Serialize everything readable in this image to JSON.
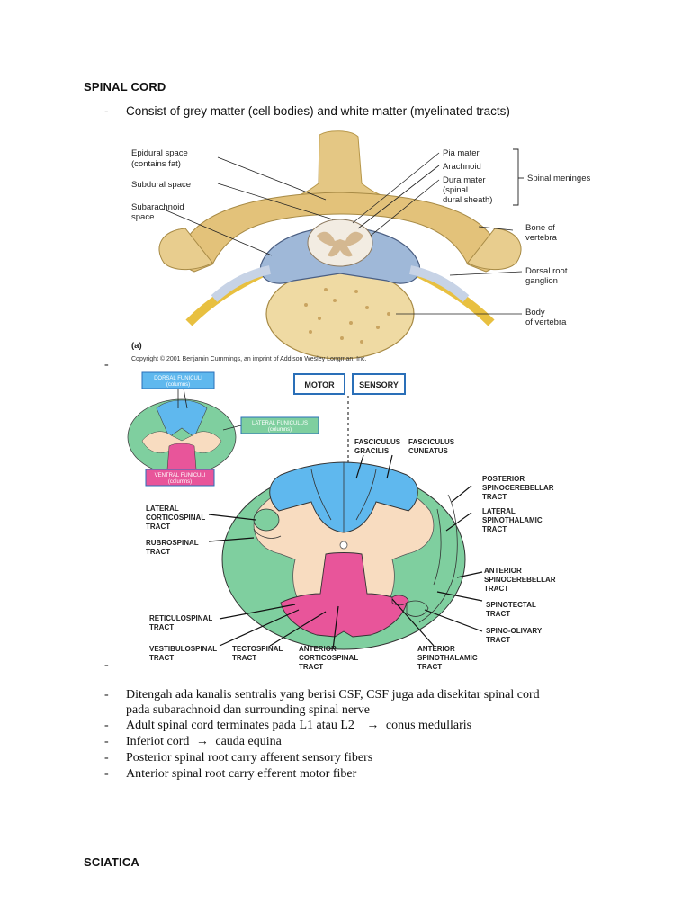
{
  "section1": {
    "heading": "SPINAL CORD",
    "intro_dash": "-",
    "intro_text": "Consist of grey matter (cell bodies) and white matter (myelinated tracts)"
  },
  "figure_a": {
    "labels_left": [
      "Epidural space",
      "(contains fat)",
      "Subdural space",
      "Subarachnoid",
      "space"
    ],
    "labels_right": [
      "Pia mater",
      "Arachnoid",
      "Dura mater",
      "(spinal",
      "dural sheath)",
      "Spinal meninges",
      "Bone of",
      "vertebra",
      "Dorsal root",
      "ganglion",
      "Body",
      "of vertebra"
    ],
    "panel_letter": "(a)",
    "copyright": "Copyright © 2001 Benjamin Cummings, an imprint of Addison Wesley Longman, Inc."
  },
  "dash_after_fig_a": "-",
  "figure_b": {
    "small_boxes": [
      {
        "title": "DORSAL FUNICULI",
        "sub": "(columns)"
      },
      {
        "title": "LATERAL FUNICULUS",
        "sub": "(columns)"
      },
      {
        "title": "VENTRAL FUNICULI",
        "sub": "(columns)"
      }
    ],
    "motor": "MOTOR",
    "sensory": "SENSORY",
    "labels": {
      "fasciculus_gracilis": [
        "FASCICULUS",
        "GRACILIS"
      ],
      "fasciculus_cuneatus": [
        "FASCICULUS",
        "CUNEATUS"
      ],
      "posterior_spinocerebellar": [
        "POSTERIOR",
        "SPINOCEREBELLAR",
        "TRACT"
      ],
      "lateral_spinothalamic": [
        "LATERAL",
        "SPINOTHALAMIC",
        "TRACT"
      ],
      "anterior_spinocerebellar": [
        "ANTERIOR",
        "SPINOCEREBELLAR",
        "TRACT"
      ],
      "spinotectal": [
        "SPINOTECTAL",
        "TRACT"
      ],
      "spino_olivary": [
        "SPINO-OLIVARY",
        "TRACT"
      ],
      "anterior_spinothalamic": [
        "ANTERIOR",
        "SPINOTHALAMIC",
        "TRACT"
      ],
      "anterior_corticospinal": [
        "ANTERIOR",
        "CORTICOSPINAL",
        "TRACT"
      ],
      "tectospinal": [
        "TECTOSPINAL",
        "TRACT"
      ],
      "vestibulospinal": [
        "VESTIBULOSPINAL",
        "TRACT"
      ],
      "reticulospinal": [
        "RETICULOSPINAL",
        "TRACT"
      ],
      "rubrospinal": [
        "RUBROSPINAL",
        "TRACT"
      ],
      "lateral_corticospinal": [
        "LATERAL",
        "CORTICOSPINAL",
        "TRACT"
      ]
    }
  },
  "dash_after_fig_b": "-",
  "bullets": [
    {
      "dash": "-",
      "lines": [
        "Ditengah ada kanalis sentralis yang berisi CSF, CSF juga ada disekitar spinal cord",
        "pada subarachnoid dan surrounding spinal nerve"
      ]
    },
    {
      "dash": "-",
      "text": "Adult spinal cord terminates pada L1 atau L2",
      "arrow": "→",
      "tail": "conus medullaris"
    },
    {
      "dash": "-",
      "text": "Inferiot cord",
      "arrow": "→",
      "tail": "cauda equina"
    },
    {
      "dash": "-",
      "text": "Posterior spinal root carry afferent sensory fibers"
    },
    {
      "dash": "-",
      "text": "Anterior spinal root carry efferent motor fiber"
    }
  ],
  "section2": {
    "heading": "SCIATICA"
  },
  "colors": {
    "white_matter_green": "#7fcf9f",
    "dorsal_blue": "#5fb8ee",
    "grey_matter_peach": "#f8dcc0",
    "ventral_pink": "#e8559a",
    "bone": "#e0c27a",
    "box_outline_blue": "#2a6fb8"
  }
}
